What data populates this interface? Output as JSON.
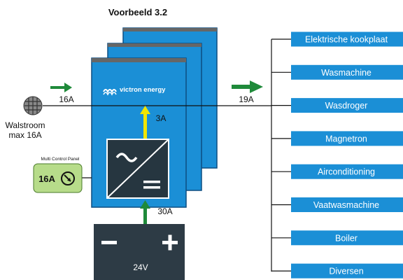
{
  "title": "Voorbeeld 3.2",
  "shore_power": {
    "label_line1": "Walstroom",
    "label_line2": "max 16A"
  },
  "currents": {
    "input": "16A",
    "output": "19A",
    "inverter_assist": "3A",
    "battery": "30A"
  },
  "device": {
    "brand": "victron energy"
  },
  "control_panel": {
    "title": "Multi Control Panel",
    "setting": "16A"
  },
  "battery": {
    "minus": "−",
    "plus": "+",
    "voltage": "24V"
  },
  "loads": [
    "Elektrische kookplaat",
    "Wasmachine",
    "Wasdroger",
    "Magnetron",
    "Airconditioning",
    "Vaatwasmachine",
    "Boiler",
    "Diversen"
  ],
  "colors": {
    "device_blue": "#1b8fd6",
    "device_dark": "#0f5f99",
    "arrow_green": "#1f8a3a",
    "arrow_yellow": "#f2e600",
    "panel_green": "#b7dc8a",
    "battery_body": "#2d3b45",
    "load_box": "#1b8fd6"
  }
}
